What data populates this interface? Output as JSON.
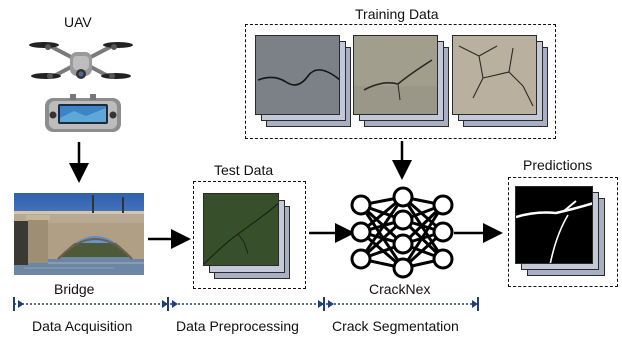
{
  "diagram": {
    "uav_label": "UAV",
    "bridge_label": "Bridge",
    "test_data_title": "Test Data",
    "training_data_title": "Training Data",
    "model_label": "CrackNex",
    "predictions_title": "Predictions"
  },
  "stages": [
    {
      "label": "Data Acquisition"
    },
    {
      "label": "Data Preprocessing"
    },
    {
      "label": "Crack Segmentation"
    }
  ],
  "colors": {
    "stack_back": "#a9b0c4",
    "stack_mid": "#c3c9d9",
    "timeline": "#1f3d7a",
    "arrow": "#000000"
  },
  "icons": {
    "drone": "drone-icon",
    "controller": "controller-icon",
    "network": "neural-network-icon"
  }
}
